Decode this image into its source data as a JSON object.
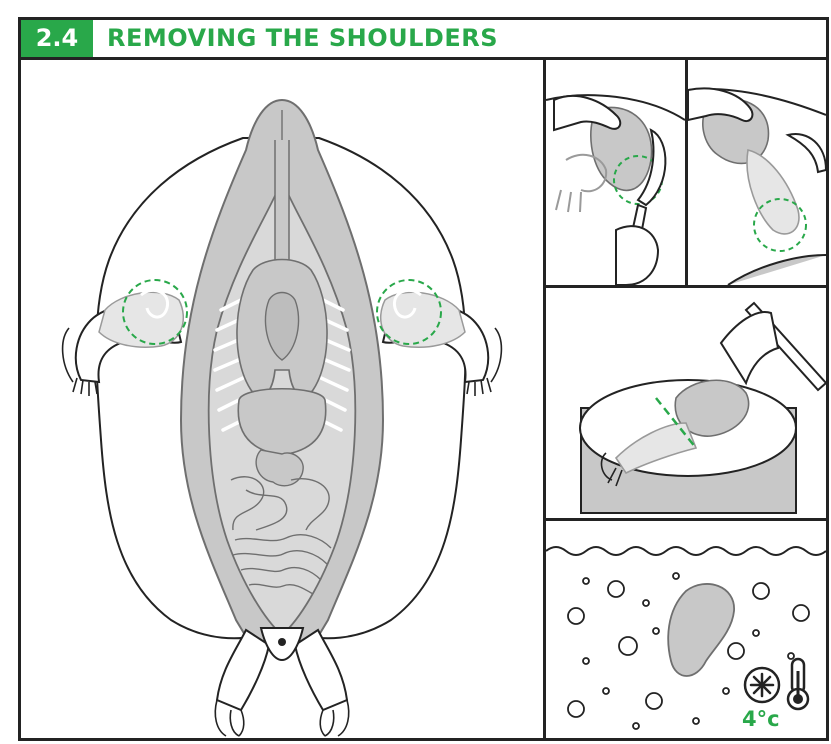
{
  "header": {
    "step_number": "2.4",
    "title": "REMOVING THE SHOULDERS"
  },
  "panels": {
    "main": {
      "name": "carcass-overview"
    },
    "cut_shoulder": {
      "name": "knife-cut-shoulder"
    },
    "lift_shoulder": {
      "name": "lift-shoulder"
    },
    "chop_leg": {
      "name": "axe-chop-leg"
    },
    "chill": {
      "name": "cold-water-chill",
      "temperature_label": "4°c"
    }
  },
  "colors": {
    "accent_green": "#29a84a",
    "meat_gray": "#c8c8c8",
    "bone_light": "#e6e6e6",
    "outline": "#232323"
  },
  "icons": [
    "snowflake-icon",
    "thermometer-icon",
    "axe-icon",
    "knife-icon",
    "hand-icon"
  ]
}
